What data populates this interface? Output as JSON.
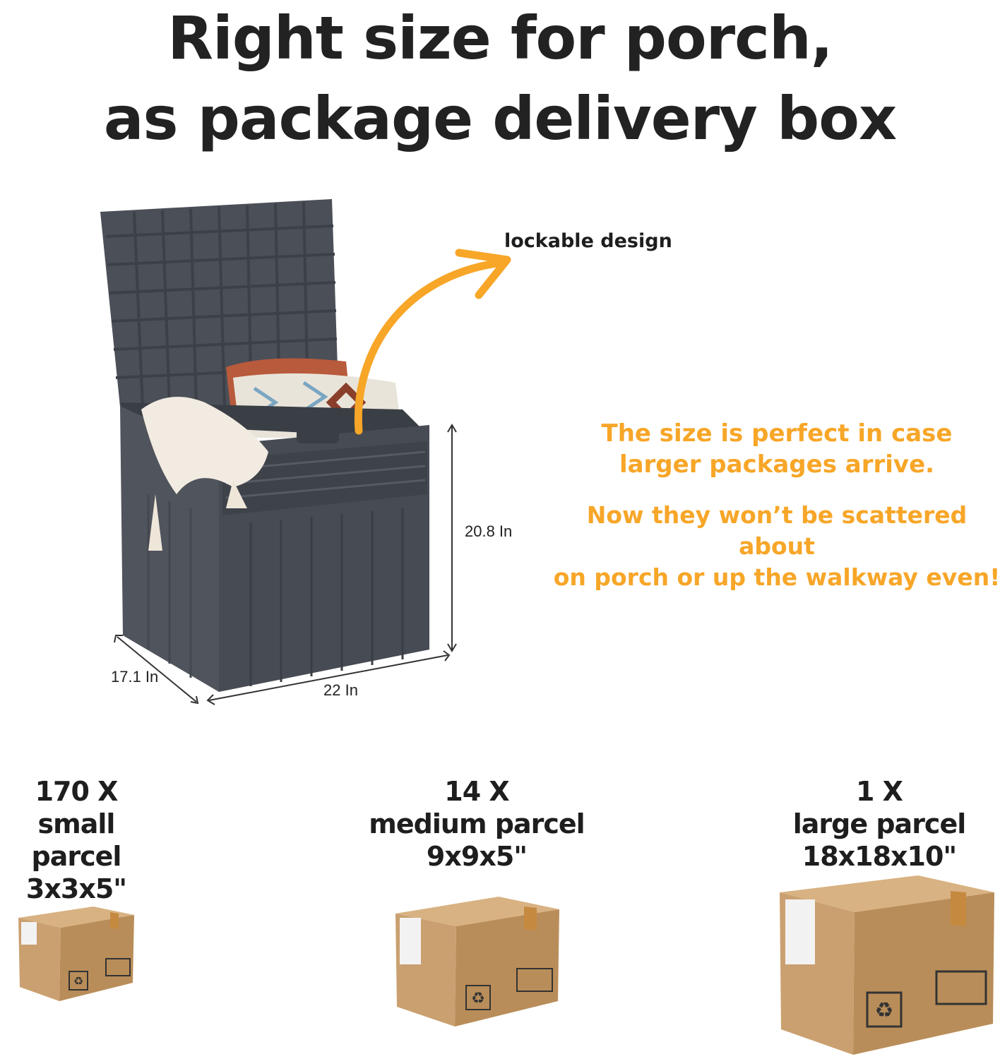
{
  "headline": {
    "line1": "Right size for porch,",
    "line2": "as package delivery box"
  },
  "callout": {
    "lockable": "lockable design"
  },
  "info": {
    "line1a": "The size is perfect in case",
    "line1b": "larger packages arrive.",
    "line2a": "Now they won’t be scattered about",
    "line2b": "on porch or up the walkway even!"
  },
  "dimensions": {
    "height": "20.8 In",
    "depth": "17.1 In",
    "width": "22 In"
  },
  "parcels": [
    {
      "count": "170 X",
      "name": "small parcel",
      "size": "3x3x5\""
    },
    {
      "count": "14 X",
      "name": "medium parcel",
      "size": "9x9x5\""
    },
    {
      "count": "1 X",
      "name": "large parcel",
      "size": "18x18x10\""
    }
  ],
  "icons": [
    "deck-box-image",
    "curved-arrow-icon",
    "cardboard-box-icon",
    "recycle-icon",
    "fragile-icon",
    "this-side-up-icon",
    "shipping-label-icon"
  ],
  "colors": {
    "accent": "#f7a628",
    "box_gray": "#4b4f57",
    "cardboard": "#c49a66"
  }
}
